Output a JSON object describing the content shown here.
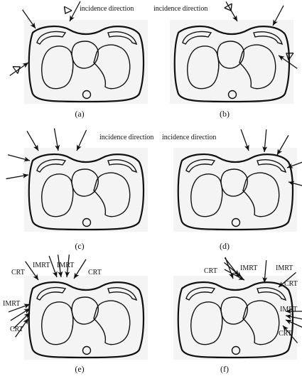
{
  "annotations": {
    "incidence": "incidence direction",
    "crt": "CRT",
    "imrt": "IMRT"
  },
  "panels": [
    {
      "label": "(a)"
    },
    {
      "label": "(b)"
    },
    {
      "label": "(c)"
    },
    {
      "label": "(d)"
    },
    {
      "label": "(e)"
    },
    {
      "label": "(f)"
    }
  ],
  "colors": {
    "background": "#ffffff",
    "cell_bg": "#f4f4f4",
    "ink": "#111111"
  }
}
